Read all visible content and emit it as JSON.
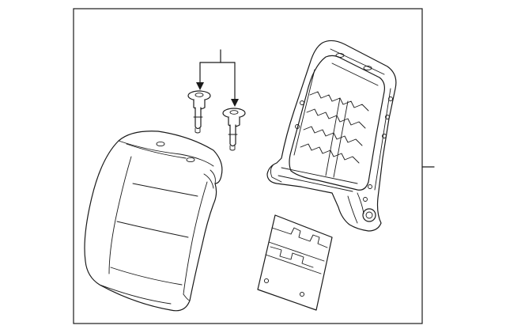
{
  "diagram": {
    "type": "exploded-parts-illustration",
    "line_color": "#1a1a1a",
    "background": "#ffffff",
    "components": [
      {
        "name": "seat-back-cover",
        "kind": "cushion"
      },
      {
        "name": "seat-back-frame",
        "kind": "frame"
      },
      {
        "name": "headrest-guide",
        "kind": "fastener",
        "count": 2
      },
      {
        "name": "lumbar-support-plate",
        "kind": "plate"
      }
    ],
    "callouts": [
      {
        "name": "headrest-guide-callout",
        "targets": 2
      },
      {
        "name": "frame-assembly-callout",
        "targets": 1
      }
    ]
  }
}
